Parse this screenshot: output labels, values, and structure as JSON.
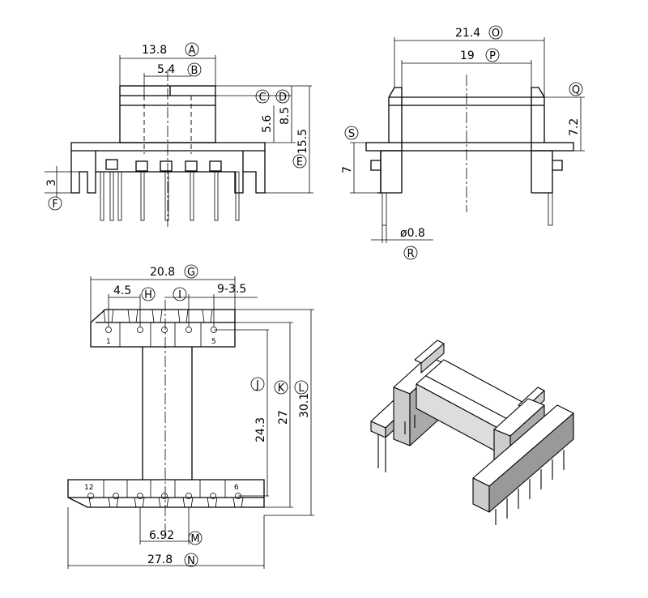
{
  "front_view": {
    "dims": {
      "A": "13.8",
      "B": "5.4",
      "C_val": "5.6",
      "D_val": "8.5",
      "E_val": "15.5",
      "F_val": "3"
    },
    "markers": {
      "A": "A",
      "B": "B",
      "C": "C",
      "D": "D",
      "E": "E",
      "F": "F"
    }
  },
  "side_view": {
    "dims": {
      "O": "21.4",
      "P": "19",
      "Q_val": "7.2",
      "S_val": "7",
      "R": "ø0.8"
    },
    "markers": {
      "O": "O",
      "P": "P",
      "Q": "Q",
      "R": "R",
      "S": "S"
    }
  },
  "bottom_view": {
    "dims": {
      "G": "20.8",
      "H": "4.5",
      "I_right": "9-3.5",
      "J_val": "24.3",
      "K_val": "27",
      "L_val": "30.1",
      "M": "6.92",
      "N": "27.8"
    },
    "markers": {
      "G": "G",
      "H": "H",
      "I": "I",
      "J": "J",
      "K": "K",
      "L": "L",
      "M": "M",
      "N": "N"
    },
    "pin_labels": {
      "top_left": "1",
      "top_right": "5",
      "bottom_left": "12",
      "bottom_right": "6"
    }
  }
}
